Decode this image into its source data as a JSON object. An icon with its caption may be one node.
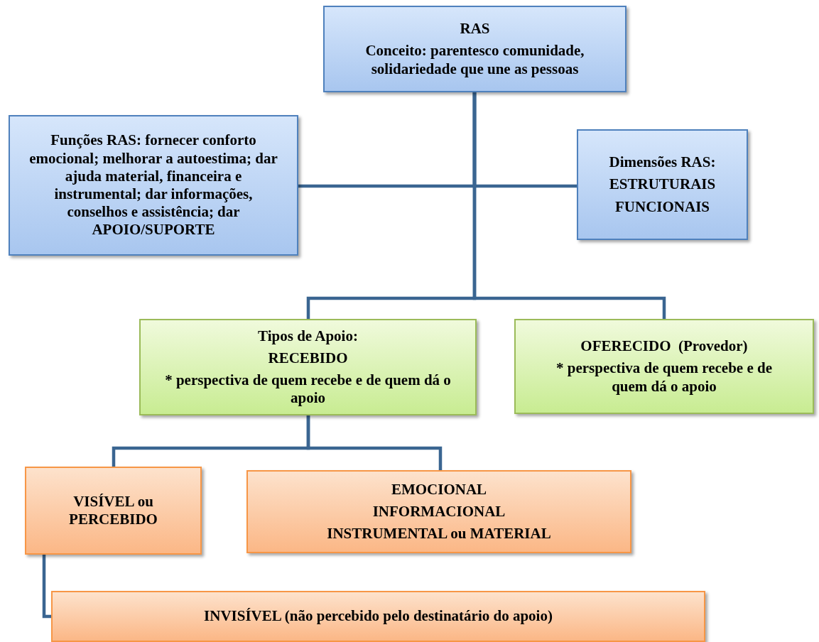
{
  "diagram": {
    "nodes": [
      {
        "text": [
          "RAS",
          "Conceito: parentesco comunidade, solidariedade que une as pessoas"
        ]
      },
      {
        "text": [
          "Funções RAS: fornecer conforto emocional; melhorar a autoestima; dar ajuda material, financeira e instrumental; dar informações, conselhos e assistência; dar APOIO/SUPORTE"
        ]
      },
      {
        "text": [
          "Dimensões RAS:",
          "ESTRUTURAIS",
          "FUNCIONAIS"
        ]
      },
      {
        "text": [
          "Tipos de Apoio:",
          "RECEBIDO",
          "* perspectiva de quem recebe e de quem dá o apoio"
        ]
      },
      {
        "text": [
          "OFERECIDO  (Provedor)",
          "* perspectiva de quem recebe e de quem dá o apoio"
        ]
      },
      {
        "text": [
          "VISÍVEL ou PERCEBIDO"
        ]
      },
      {
        "text": [
          "EMOCIONAL",
          "INFORMACIONAL",
          "INSTRUMENTAL ou MATERIAL"
        ]
      },
      {
        "text": [
          "INVISÍVEL (não percebido pelo destinatário do apoio)"
        ]
      }
    ],
    "edges": [
      {
        "from": 0,
        "to": 1,
        "arrow": "none"
      },
      {
        "from": 0,
        "to": 2,
        "arrow": "none"
      },
      {
        "from": 0,
        "to": 3,
        "arrow": "none"
      },
      {
        "from": 0,
        "to": 4,
        "arrow": "none"
      },
      {
        "from": 3,
        "to": 5,
        "arrow": "none"
      },
      {
        "from": 3,
        "to": 6,
        "arrow": "none"
      },
      {
        "from": 5,
        "to": 7,
        "arrow": "none"
      }
    ]
  }
}
